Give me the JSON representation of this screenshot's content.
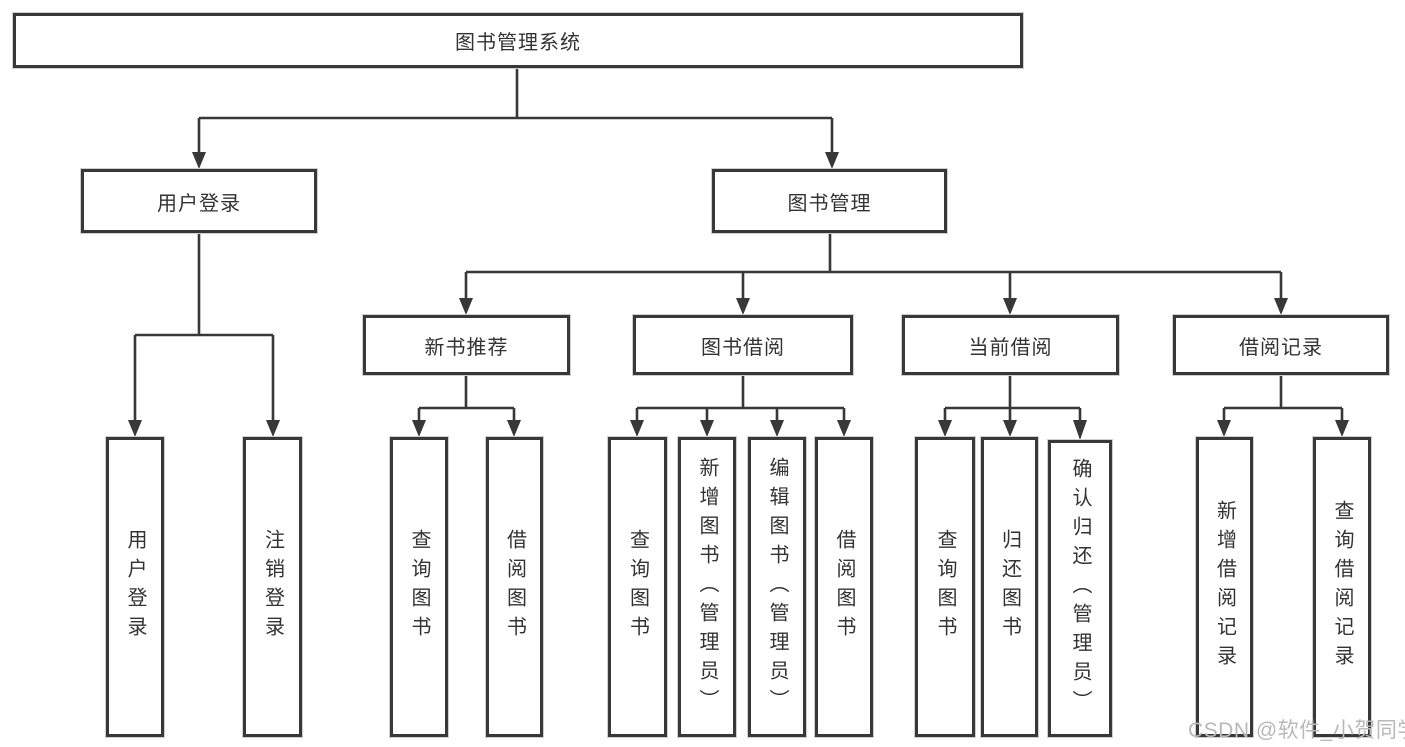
{
  "diagram": {
    "root": "图书管理系统",
    "login_branch": {
      "label": "用户登录",
      "leaves": [
        "用户登录",
        "注销登录"
      ]
    },
    "management_branch": {
      "label": "图书管理",
      "groups": [
        {
          "label": "新书推荐",
          "leaves": [
            "查询图书",
            "借阅图书"
          ]
        },
        {
          "label": "图书借阅",
          "leaves": [
            "查询图书",
            "新增图书（管理员）",
            "编辑图书（管理员）",
            "借阅图书"
          ]
        },
        {
          "label": "当前借阅",
          "leaves": [
            "查询图书",
            "归还图书",
            "确认归还（管理员）"
          ]
        },
        {
          "label": "借阅记录",
          "leaves": [
            "新增借阅记录",
            "查询借阅记录"
          ]
        }
      ]
    },
    "line_color": "#383838",
    "watermark": "CSDN @软件_小贺同学",
    "watermark_color": "#b9b9b9"
  }
}
